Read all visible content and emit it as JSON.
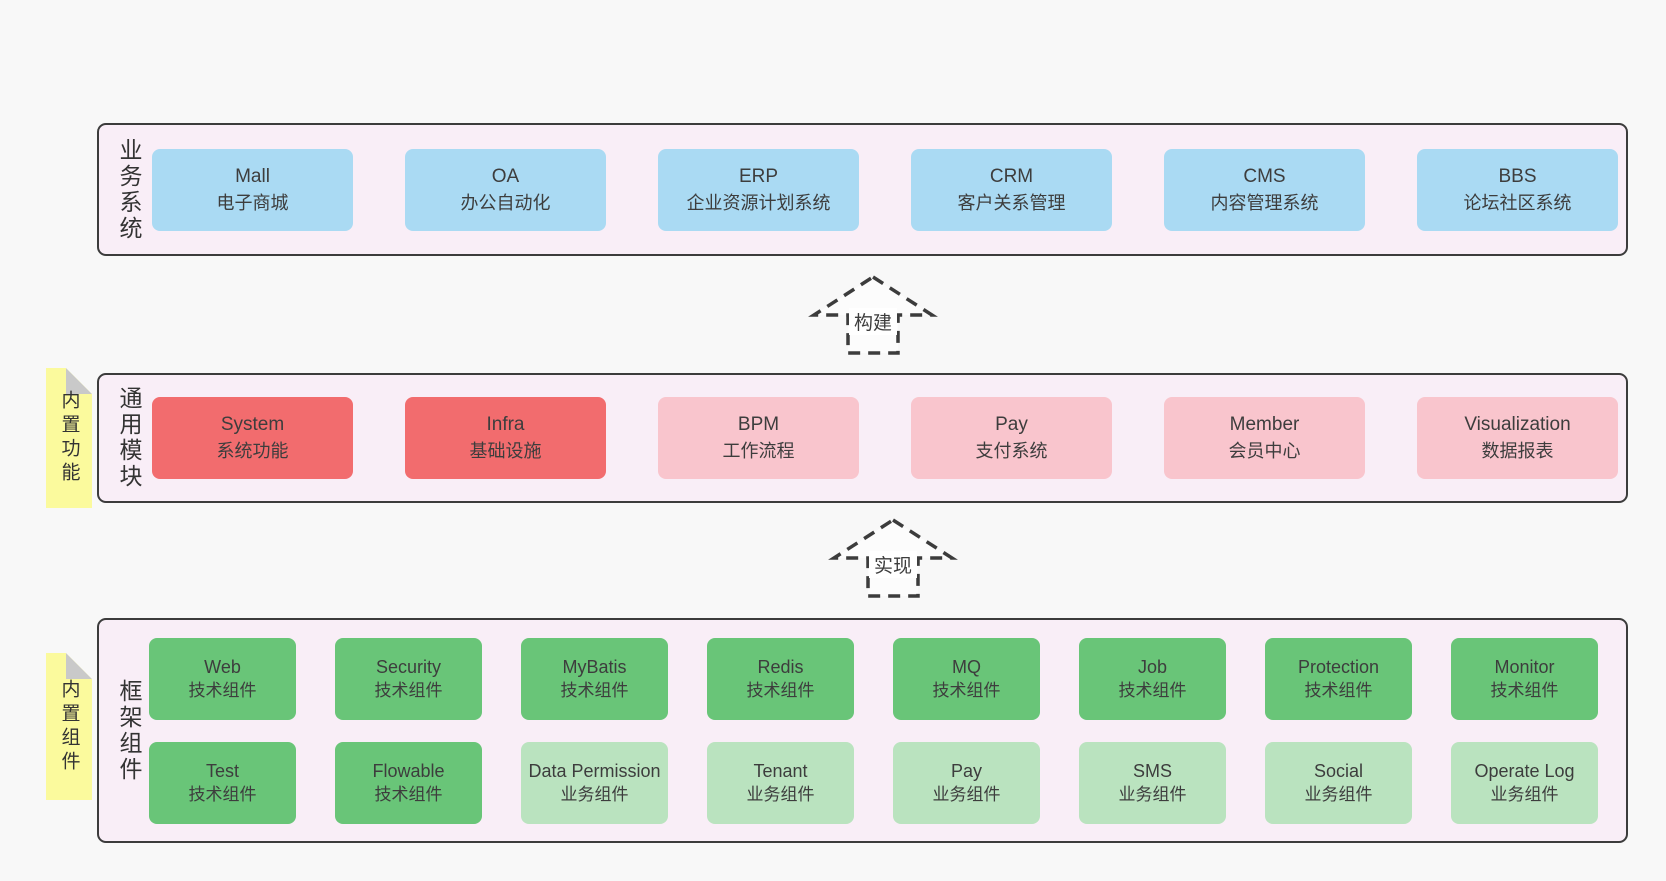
{
  "layers": [
    {
      "label": "业务系统",
      "boxes": [
        {
          "title": "Mall",
          "subtitle": "电子商城"
        },
        {
          "title": "OA",
          "subtitle": "办公自动化"
        },
        {
          "title": "ERP",
          "subtitle": "企业资源计划系统"
        },
        {
          "title": "CRM",
          "subtitle": "客户关系管理"
        },
        {
          "title": "CMS",
          "subtitle": "内容管理系统"
        },
        {
          "title": "BBS",
          "subtitle": "论坛社区系统"
        }
      ]
    },
    {
      "label": "通用模块",
      "tag": "内置功能",
      "boxes": [
        {
          "title": "System",
          "subtitle": "系统功能"
        },
        {
          "title": "Infra",
          "subtitle": "基础设施"
        },
        {
          "title": "BPM",
          "subtitle": "工作流程"
        },
        {
          "title": "Pay",
          "subtitle": "支付系统"
        },
        {
          "title": "Member",
          "subtitle": "会员中心"
        },
        {
          "title": "Visualization",
          "subtitle": "数据报表"
        }
      ]
    },
    {
      "label": "框架组件",
      "tag": "内置组件",
      "rows": [
        [
          {
            "title": "Web",
            "subtitle": "技术组件"
          },
          {
            "title": "Security",
            "subtitle": "技术组件"
          },
          {
            "title": "MyBatis",
            "subtitle": "技术组件"
          },
          {
            "title": "Redis",
            "subtitle": "技术组件"
          },
          {
            "title": "MQ",
            "subtitle": "技术组件"
          },
          {
            "title": "Job",
            "subtitle": "技术组件"
          },
          {
            "title": "Protection",
            "subtitle": "技术组件"
          },
          {
            "title": "Monitor",
            "subtitle": "技术组件"
          }
        ],
        [
          {
            "title": "Test",
            "subtitle": "技术组件"
          },
          {
            "title": "Flowable",
            "subtitle": "技术组件"
          },
          {
            "title": "Data Permission",
            "subtitle": "业务组件"
          },
          {
            "title": "Tenant",
            "subtitle": "业务组件"
          },
          {
            "title": "Pay",
            "subtitle": "业务组件"
          },
          {
            "title": "SMS",
            "subtitle": "业务组件"
          },
          {
            "title": "Social",
            "subtitle": "业务组件"
          },
          {
            "title": "Operate Log",
            "subtitle": "业务组件"
          }
        ]
      ]
    }
  ],
  "arrows": [
    {
      "label": "构建"
    },
    {
      "label": "实现"
    }
  ],
  "colors": {
    "page_bg": "#f8f8f8",
    "layer_bg": "#f9eef7",
    "border": "#3c3c3c",
    "business_box": "#aadaf3",
    "core_module_box": "#f26c6e",
    "optional_module_box": "#f9c5cd",
    "tech_component_box": "#69c578",
    "biz_component_box": "#bae3bf",
    "note_bg": "#fbfa9d",
    "note_fold": "#c9c9c9"
  }
}
